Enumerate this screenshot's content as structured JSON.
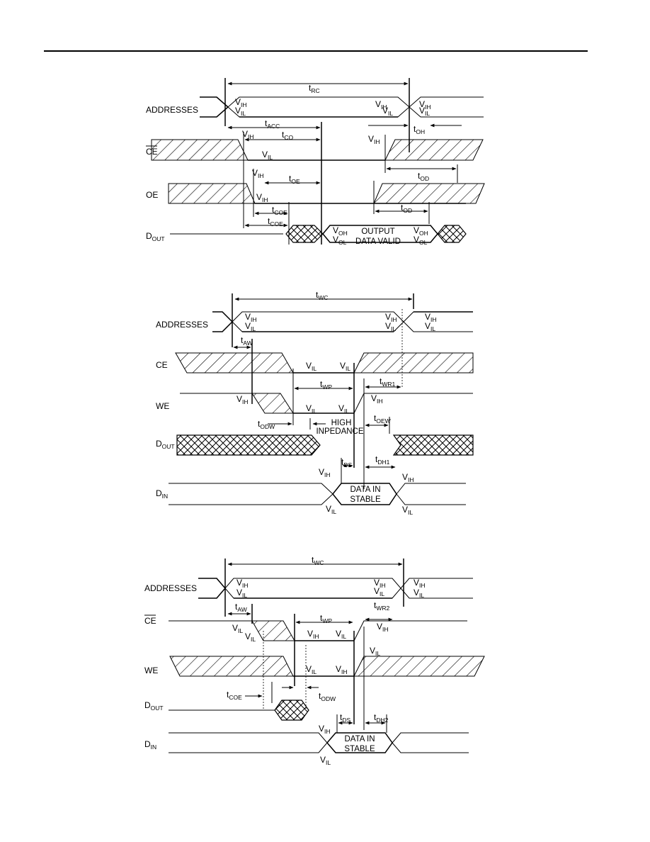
{
  "diagram1": {
    "signals": [
      {
        "main": "ADDRESSES",
        "sub": ""
      },
      {
        "main": "CE",
        "sub": "",
        "overbar": true
      },
      {
        "main": "OE",
        "sub": ""
      },
      {
        "main": "D",
        "sub": "OUT"
      }
    ],
    "timing": [
      {
        "t": "t",
        "sub": "RC"
      },
      {
        "t": "t",
        "sub": "ACC"
      },
      {
        "t": "t",
        "sub": "CO"
      },
      {
        "t": "t",
        "sub": "OE"
      },
      {
        "t": "t",
        "sub": "COE"
      },
      {
        "t": "t",
        "sub": "COE"
      },
      {
        "t": "t",
        "sub": "OH"
      },
      {
        "t": "t",
        "sub": "OD"
      },
      {
        "t": "t",
        "sub": "OD"
      }
    ],
    "levels": [
      {
        "t": "V",
        "sub": "IH"
      },
      {
        "t": "V",
        "sub": "IL"
      },
      {
        "t": "V",
        "sub": "IH"
      },
      {
        "t": "V",
        "sub": "IL"
      },
      {
        "t": "V",
        "sub": "IH"
      },
      {
        "t": "V",
        "sub": "IL"
      },
      {
        "t": "V",
        "sub": "IH"
      },
      {
        "t": "V",
        "sub": "IL"
      },
      {
        "t": "V",
        "sub": "IH"
      },
      {
        "t": "V",
        "sub": "IH"
      },
      {
        "t": "V",
        "sub": "IH"
      },
      {
        "t": "V",
        "sub": "OH"
      },
      {
        "t": "V",
        "sub": "OL"
      },
      {
        "t": "V",
        "sub": "OH"
      },
      {
        "t": "V",
        "sub": "OL"
      }
    ],
    "notes": [
      "OUTPUT",
      "DATA VALID"
    ]
  },
  "diagram2": {
    "signals": [
      {
        "main": "ADDRESSES",
        "sub": ""
      },
      {
        "main": "CE",
        "sub": ""
      },
      {
        "main": "WE",
        "sub": ""
      },
      {
        "main": "D",
        "sub": "OUT"
      },
      {
        "main": "D",
        "sub": "IN"
      }
    ],
    "timing": [
      {
        "t": "t",
        "sub": "WC"
      },
      {
        "t": "t",
        "sub": "AW"
      },
      {
        "t": "t",
        "sub": "WP"
      },
      {
        "t": "t",
        "sub": "WR1"
      },
      {
        "t": "t",
        "sub": "ODW"
      },
      {
        "t": "t",
        "sub": "OEW"
      },
      {
        "t": "t",
        "sub": "DS"
      },
      {
        "t": "t",
        "sub": "DH1"
      }
    ],
    "levels": [
      {
        "t": "V",
        "sub": "IH"
      },
      {
        "t": "V",
        "sub": "IL"
      },
      {
        "t": "V",
        "sub": "IH"
      },
      {
        "t": "V",
        "sub": "IL"
      },
      {
        "t": "V",
        "sub": "IH"
      },
      {
        "t": "V",
        "sub": "IL"
      },
      {
        "t": "V",
        "sub": "IL"
      },
      {
        "t": "V",
        "sub": "IL"
      },
      {
        "t": "V",
        "sub": "IH"
      },
      {
        "t": "V",
        "sub": "IL"
      },
      {
        "t": "V",
        "sub": "IL"
      },
      {
        "t": "V",
        "sub": "IH"
      },
      {
        "t": "V",
        "sub": "IH"
      },
      {
        "t": "V",
        "sub": "IL"
      },
      {
        "t": "V",
        "sub": "IH"
      },
      {
        "t": "V",
        "sub": "IL"
      }
    ],
    "notes": [
      "HIGH",
      "INPEDANCE",
      "DATA IN",
      "STABLE"
    ]
  },
  "diagram3": {
    "signals": [
      {
        "main": "ADDRESSES",
        "sub": ""
      },
      {
        "main": "CE",
        "sub": "",
        "overbar": true
      },
      {
        "main": "WE",
        "sub": ""
      },
      {
        "main": "D",
        "sub": "OUT"
      },
      {
        "main": "D",
        "sub": "IN"
      }
    ],
    "timing": [
      {
        "t": "t",
        "sub": "WC"
      },
      {
        "t": "t",
        "sub": "AW"
      },
      {
        "t": "t",
        "sub": "WP"
      },
      {
        "t": "t",
        "sub": "WR2"
      },
      {
        "t": "t",
        "sub": "COE"
      },
      {
        "t": "t",
        "sub": "ODW"
      },
      {
        "t": "t",
        "sub": "DS"
      },
      {
        "t": "t",
        "sub": "DH2"
      }
    ],
    "levels": [
      {
        "t": "V",
        "sub": "IH"
      },
      {
        "t": "V",
        "sub": "IL"
      },
      {
        "t": "V",
        "sub": "IH"
      },
      {
        "t": "V",
        "sub": "IL"
      },
      {
        "t": "V",
        "sub": "IH"
      },
      {
        "t": "V",
        "sub": "IL"
      },
      {
        "t": "V",
        "sub": "IL"
      },
      {
        "t": "V",
        "sub": "IL"
      },
      {
        "t": "V",
        "sub": "IH"
      },
      {
        "t": "V",
        "sub": "IL"
      },
      {
        "t": "V",
        "sub": "IL"
      },
      {
        "t": "V",
        "sub": "IH"
      },
      {
        "t": "V",
        "sub": "IH"
      },
      {
        "t": "V",
        "sub": "IL"
      },
      {
        "t": "V",
        "sub": "IH"
      },
      {
        "t": "V",
        "sub": "IL"
      }
    ],
    "notes": [
      "DATA IN",
      "STABLE"
    ]
  }
}
